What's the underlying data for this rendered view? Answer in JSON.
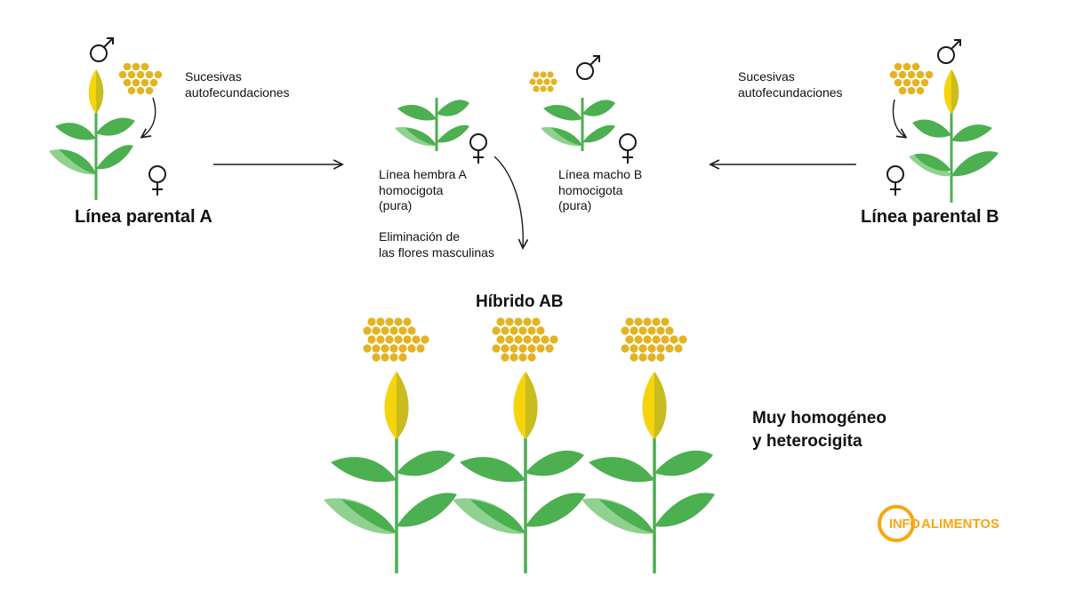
{
  "colors": {
    "leaf": "#4caf50",
    "leaf_light": "#8fd18f",
    "corn_yellow": "#f5d40a",
    "corn_olive": "#c9bc1e",
    "pollen": "#e3b322",
    "arrow": "#1a1a1a",
    "brand": "#f7a614"
  },
  "labels": {
    "parent_a": "Línea parental A",
    "parent_b": "Línea parental B",
    "self_a_1": "Sucesivas",
    "self_a_2": "autofecundaciones",
    "self_b_1": "Sucesivas",
    "self_b_2": "autofecundaciones",
    "female_a_1": "Línea hembra A",
    "female_a_2": "homocigota",
    "female_a_3": "(pura)",
    "male_b_1": "Línea macho B",
    "male_b_2": "homocigota",
    "male_b_3": "(pura)",
    "removal_1": "Eliminación de",
    "removal_2": "las flores masculinas",
    "hybrid_title": "Híbrido AB",
    "result_1": "Muy homogéneo",
    "result_2": "y heterocigita"
  },
  "logo": {
    "part1": "INFO",
    "part2": "ALIMENTOS"
  }
}
